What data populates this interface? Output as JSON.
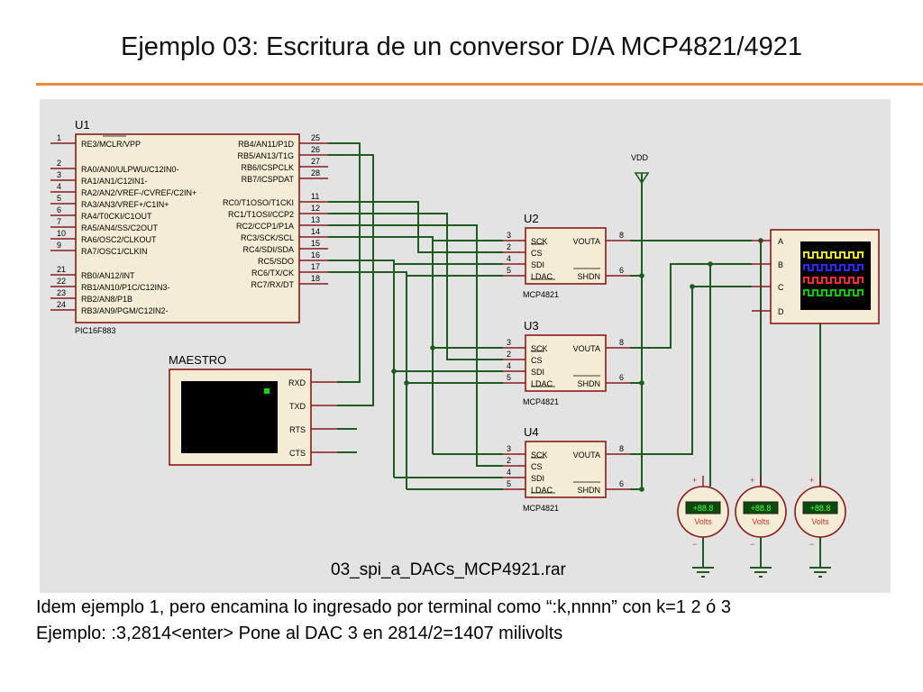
{
  "slide": {
    "title": "Ejemplo 03: Escritura de un conversor D/A MCP4821/4921",
    "filename": "03_spi_a_DACs_MCP4921.rar",
    "caption_line1": "Idem ejemplo 1, pero encamina lo ingresado por terminal como “:k,nnnn” con k=1 2 ó 3",
    "caption_line2": "Ejemplo: :3,2814<enter> Pone al DAC 3 en 2814/2=1407 milivolts"
  },
  "colors": {
    "accent": "#ed8b3a",
    "wire": "#1f5a1f",
    "component": "#8b1a1a",
    "body": "#f5ecd5",
    "canvas": "#e3e3e3"
  },
  "mcu": {
    "ref": "U1",
    "part": "PIC16F883",
    "left_pins": [
      {
        "num": "1",
        "name": "RE3/MCLR/VPP"
      },
      {
        "num": "2",
        "name": "RA0/AN0/ULPWU/C12IN0-"
      },
      {
        "num": "3",
        "name": "RA1/AN1/C12IN1-"
      },
      {
        "num": "4",
        "name": "RA2/AN2/VREF-/CVREF/C2IN+"
      },
      {
        "num": "5",
        "name": "RA3/AN3/VREF+/C1IN+"
      },
      {
        "num": "6",
        "name": "RA4/T0CKI/C1OUT"
      },
      {
        "num": "7",
        "name": "RA5/AN4/SS/C2OUT"
      },
      {
        "num": "10",
        "name": "RA6/OSC2/CLKOUT"
      },
      {
        "num": "9",
        "name": "RA7/OSC1/CLKIN"
      },
      {
        "num": "21",
        "name": "RB0/AN12/INT"
      },
      {
        "num": "22",
        "name": "RB1/AN10/P1C/C12IN3-"
      },
      {
        "num": "23",
        "name": "RB2/AN8/P1B"
      },
      {
        "num": "24",
        "name": "RB3/AN9/PGM/C12IN2-"
      }
    ],
    "right_pins": [
      {
        "num": "25",
        "name": "RB4/AN11/P1D"
      },
      {
        "num": "26",
        "name": "RB5/AN13/T1G"
      },
      {
        "num": "27",
        "name": "RB6/ICSPCLK"
      },
      {
        "num": "28",
        "name": "RB7/ICSPDAT"
      },
      {
        "num": "11",
        "name": "RC0/T1OSO/T1CKI"
      },
      {
        "num": "12",
        "name": "RC1/T1OSI/CCP2"
      },
      {
        "num": "13",
        "name": "RC2/CCP1/P1A"
      },
      {
        "num": "14",
        "name": "RC3/SCK/SCL"
      },
      {
        "num": "15",
        "name": "RC4/SDI/SDA"
      },
      {
        "num": "16",
        "name": "RC5/SDO"
      },
      {
        "num": "17",
        "name": "RC6/TX/CK"
      },
      {
        "num": "18",
        "name": "RC7/RX/DT"
      }
    ]
  },
  "terminal": {
    "label": "MAESTRO",
    "pins": [
      "RXD",
      "TXD",
      "RTS",
      "CTS"
    ]
  },
  "dacs": [
    {
      "ref": "U2",
      "part": "MCP4821"
    },
    {
      "ref": "U3",
      "part": "MCP4821"
    },
    {
      "ref": "U4",
      "part": "MCP4821"
    }
  ],
  "dac_pins": {
    "left": [
      {
        "num": "3",
        "name": "SCK"
      },
      {
        "num": "2",
        "name": "CS"
      },
      {
        "num": "4",
        "name": "SDI"
      },
      {
        "num": "5",
        "name": "LDAC"
      }
    ],
    "right": [
      {
        "num": "8",
        "name": "VOUTA"
      },
      {
        "num": "6",
        "name": "SHDN"
      }
    ]
  },
  "vdd_label": "VDD",
  "scope": {
    "channels": [
      "A",
      "B",
      "C",
      "D"
    ],
    "trace_colors": [
      "#e8e800",
      "#2a2aff",
      "#ff2a2a",
      "#00cc00"
    ]
  },
  "voltmeter": {
    "display": "+88.8",
    "unit": "Volts",
    "plus": "+",
    "minus": "−",
    "count": 3
  }
}
